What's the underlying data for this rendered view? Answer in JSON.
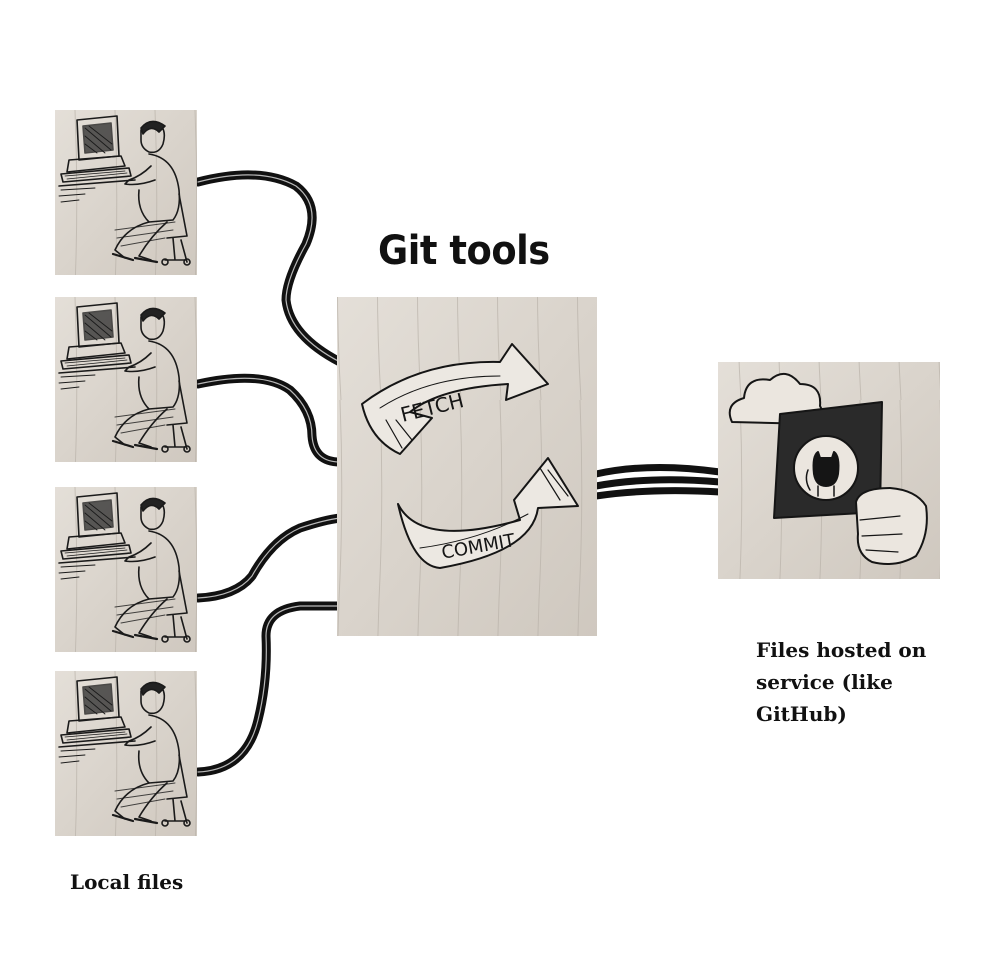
{
  "title": "Git tools",
  "central": {
    "arrow_top_text": "FETCH",
    "arrow_bottom_text": "COMMIT"
  },
  "local": {
    "label": "Local files",
    "count": 4
  },
  "remote": {
    "label_lines": [
      "Files hosted on",
      "service (like",
      "GitHub)"
    ]
  },
  "colors": {
    "paper": "#d9d3cb",
    "paper_light": "#e6e1da",
    "ink": "#151515",
    "cable": "#111111",
    "background": "#ffffff"
  },
  "icons": {
    "local": "person-at-computer-sketch-icon",
    "git": "fetch-commit-cycle-icon",
    "remote": "cloud-github-hand-icon"
  }
}
